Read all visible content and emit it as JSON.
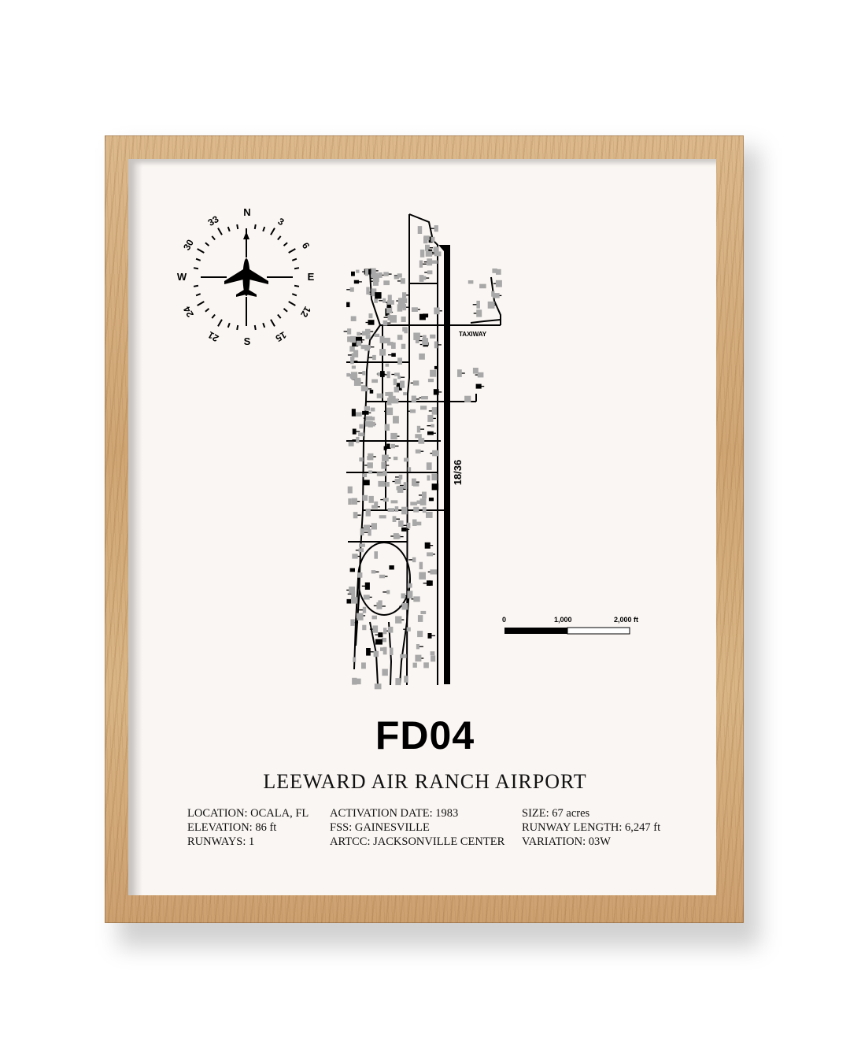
{
  "poster": {
    "code": "FD04",
    "name": "LEEWARD AIR RANCH AIRPORT",
    "info_columns": [
      [
        "LOCATION: OCALA, FL",
        "ELEVATION: 86 ft",
        "RUNWAYS: 1"
      ],
      [
        "ACTIVATION DATE: 1983",
        "FSS: GAINESVILLE",
        "ARTCC: JACKSONVILLE CENTER"
      ],
      [
        "SIZE: 67 acres",
        "RUNWAY LENGTH: 6,247 ft",
        "VARIATION: 03W"
      ]
    ]
  },
  "compass": {
    "north": "N",
    "east": "E",
    "south": "S",
    "west": "W",
    "n3": "3",
    "n6": "6",
    "n12": "12",
    "n15": "15",
    "n21": "21",
    "n24": "24",
    "n30": "30",
    "n33": "33"
  },
  "map": {
    "runway_label": "18/36",
    "taxiway_label": "TAXIWAY"
  },
  "scale_bar": {
    "label_0": "0",
    "label_1000": "1,000",
    "label_2000": "2,000 ft"
  },
  "colors": {
    "ink": "#000000",
    "paper": "#faf6f3",
    "building_gray": "#a8a8a8",
    "frame_oak": "#d4ab7a"
  }
}
